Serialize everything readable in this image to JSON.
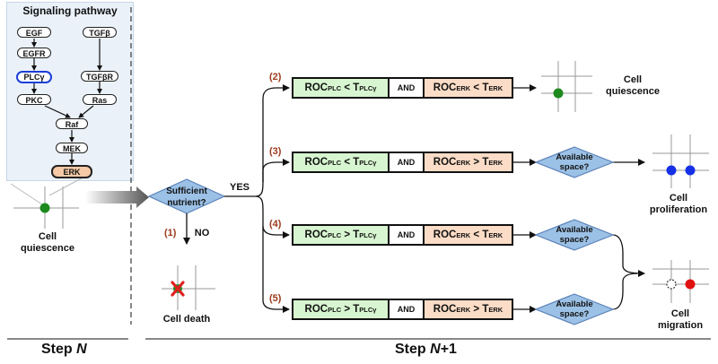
{
  "pathway": {
    "title": "Signaling pathway",
    "nodes": {
      "egf": "EGF",
      "egfr": "EGFR",
      "plc": "PLCγ",
      "pkc": "PKC",
      "tgfb": "TGFβ",
      "tgfbr": "TGFβR",
      "ras": "Ras",
      "raf": "Raf",
      "mek": "MEK",
      "erk": "ERK"
    }
  },
  "left": {
    "state_label": "Cell\nquiescence"
  },
  "decision": {
    "nutrient": "Sufficient\nnutrient?",
    "yes": "YES",
    "no": "NO",
    "no_num": "(1)",
    "death_label": "Cell death"
  },
  "branches": [
    {
      "num": "(2)",
      "plc_part": "ROC",
      "plc_sub": "PLC",
      "op1": "<",
      "t1": "T",
      "t1_sub": "PLCγ",
      "and": "AND",
      "erk_part": "ROC",
      "erk_sub": "ERK",
      "op2": "<",
      "t2": "T",
      "t2_sub": "ERK"
    },
    {
      "num": "(3)",
      "plc_part": "ROC",
      "plc_sub": "PLC",
      "op1": "<",
      "t1": "T",
      "t1_sub": "PLCγ",
      "and": "AND",
      "erk_part": "ROC",
      "erk_sub": "ERK",
      "op2": ">",
      "t2": "T",
      "t2_sub": "ERK"
    },
    {
      "num": "(4)",
      "plc_part": "ROC",
      "plc_sub": "PLC",
      "op1": ">",
      "t1": "T",
      "t1_sub": "PLCγ",
      "and": "AND",
      "erk_part": "ROC",
      "erk_sub": "ERK",
      "op2": "<",
      "t2": "T",
      "t2_sub": "ERK"
    },
    {
      "num": "(5)",
      "plc_part": "ROC",
      "plc_sub": "PLC",
      "op1": ">",
      "t1": "T",
      "t1_sub": "PLCγ",
      "and": "AND",
      "erk_part": "ROC",
      "erk_sub": "ERK",
      "op2": ">",
      "t2": "T",
      "t2_sub": "ERK"
    }
  ],
  "space_question": "Available\nspace?",
  "outcomes": {
    "quiescence": "Cell\nquiescence",
    "proliferation": "Cell\nproliferation",
    "migration": "Cell\nmigration"
  },
  "steps": {
    "step_n_word": "Step",
    "step_n_var": "N",
    "step_n1_word": "Step",
    "step_n1_var": "N",
    "step_n1_suffix": "+1"
  },
  "colors": {
    "green_cell": "#1e8a1e",
    "blue_cell": "#1530e6",
    "red_cell": "#e01010",
    "plc_border": "#1b3fd6"
  }
}
